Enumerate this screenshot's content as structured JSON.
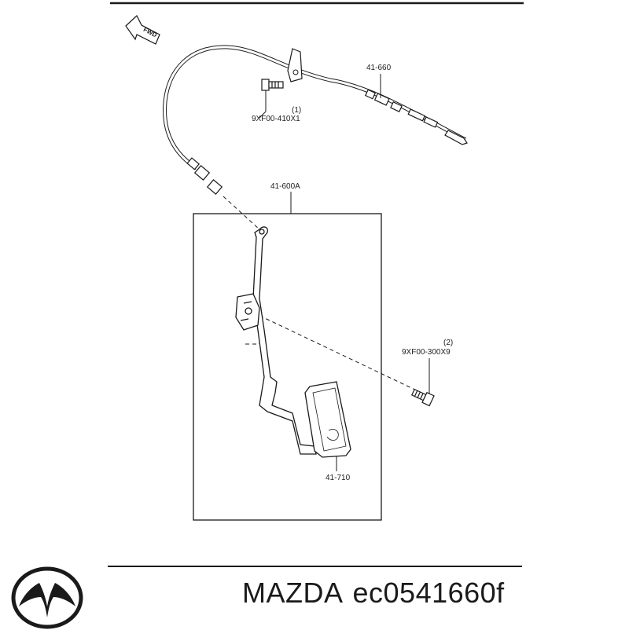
{
  "diagram": {
    "fwd_label": "FWD",
    "parts": {
      "cable": "41-660",
      "bolt_1_ref": "(1)",
      "bolt_1_code": "9XF00-410X1",
      "pedal_assembly": "41-600A",
      "bolt_2_ref": "(2)",
      "bolt_2_code": "9XF00-300X9",
      "pedal_pad": "41-710"
    }
  },
  "footer": {
    "brand": "MAZDA",
    "part_number": "ec0541660f",
    "logo_icon": "mazda-logo-icon"
  },
  "colors": {
    "line": "#1a1a1a",
    "background": "#ffffff"
  }
}
